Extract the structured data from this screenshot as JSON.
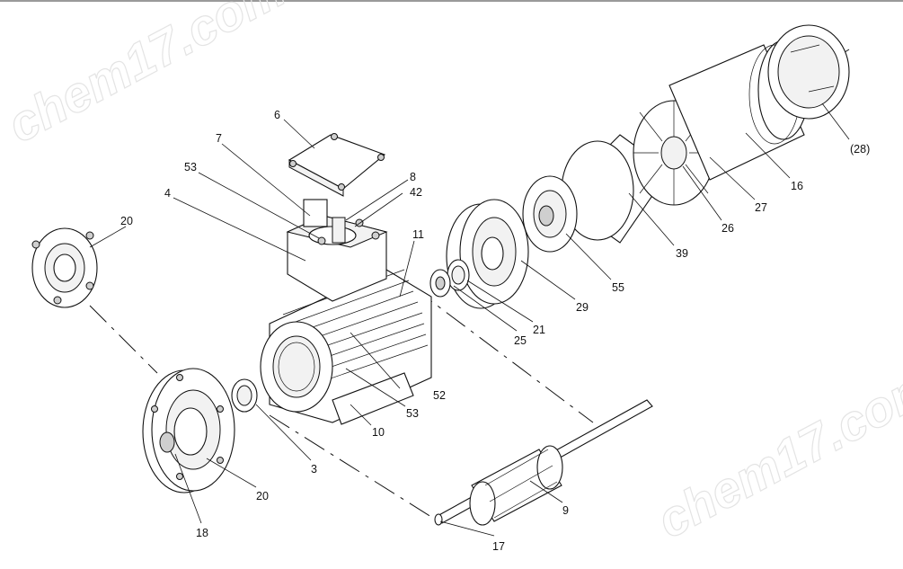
{
  "watermark": "chem17.com",
  "labels": {
    "p3": "3",
    "p4": "4",
    "p6": "6",
    "p7": "7",
    "p8": "8",
    "p9": "9",
    "p10": "10",
    "p11": "11",
    "p16": "16",
    "p17": "17",
    "p18": "18",
    "p20a": "20",
    "p20b": "20",
    "p21": "21",
    "p25": "25",
    "p26": "26",
    "p27": "27",
    "p28": "(28)",
    "p29": "29",
    "p39": "39",
    "p42": "42",
    "p52": "52",
    "p53a": "53",
    "p53b": "53",
    "p55": "55"
  }
}
